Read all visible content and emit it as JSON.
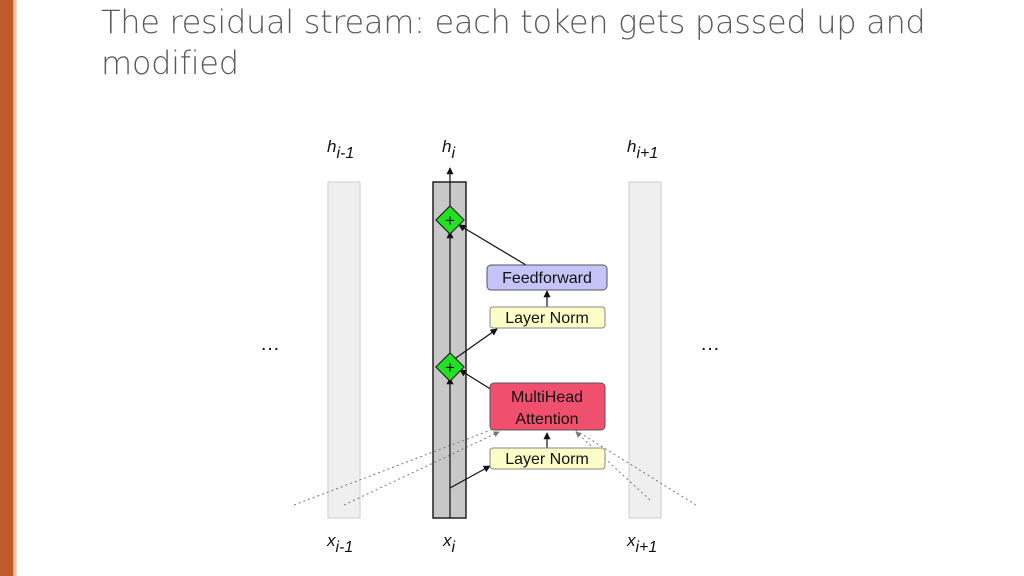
{
  "slide": {
    "title": "The residual stream: each token gets passed up and modified"
  },
  "diagram": {
    "columns": [
      {
        "top_base": "h",
        "top_sub": "i-1",
        "bottom_base": "x",
        "bottom_sub": "i-1"
      },
      {
        "top_base": "h",
        "top_sub": "i",
        "bottom_base": "x",
        "bottom_sub": "i"
      },
      {
        "top_base": "h",
        "top_sub": "i+1",
        "bottom_base": "x",
        "bottom_sub": "i+1"
      }
    ],
    "ellipsis": "…",
    "plus_symbol": "+",
    "blocks": {
      "feedforward": "Feedforward",
      "layer_norm_top": "Layer Norm",
      "multihead_line1": "MultiHead",
      "multihead_line2": "Attention",
      "layer_norm_bottom": "Layer Norm"
    },
    "colors": {
      "accent_bar": "#c05a2a",
      "stream_active": "#c8c8c8",
      "stream_inactive": "#efefef",
      "plus_node": "#22e022",
      "feedforward_fill": "#c4c4f8",
      "layer_norm_fill": "#fdfdc8",
      "attention_fill": "#f0506e"
    }
  }
}
